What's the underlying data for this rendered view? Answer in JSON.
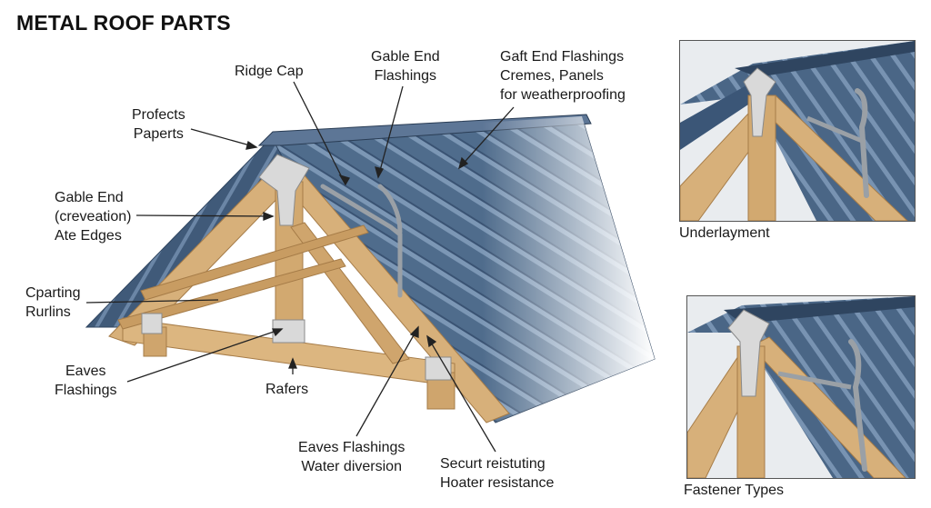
{
  "title": "METAL ROOF PARTS",
  "labels": {
    "ridge_cap": [
      "Ridge Cap"
    ],
    "gable_end_flashings_top": [
      "Gable End",
      "Flashings"
    ],
    "gaft_end": [
      "Gaft End Flashings",
      "Cremes, Panels",
      "for weatherproofing"
    ],
    "profects": [
      "Profects",
      "Paperts"
    ],
    "gable_end_left": [
      "Gable End",
      "(creveation)",
      "Ate Edges"
    ],
    "cparting": [
      "Cparting",
      "Rurlins"
    ],
    "eaves_flashings": [
      "Eaves",
      "Flashings"
    ],
    "rafers": [
      "Rafers"
    ],
    "eaves_water": [
      "Eaves Flashings",
      "Water diversion"
    ],
    "securt": [
      "Securt reistuting",
      "Hoater resistance"
    ]
  },
  "insets": {
    "top_caption": "Underlayment",
    "bottom_caption": "Fastener Types"
  },
  "colors": {
    "roof_panel": "#4f6c8c",
    "roof_rib": "#7c97b5",
    "roof_dark": "#2f4560",
    "wood": "#d7b07a",
    "wood_dark": "#a67c48",
    "metal_plate": "#d9d9d9"
  }
}
